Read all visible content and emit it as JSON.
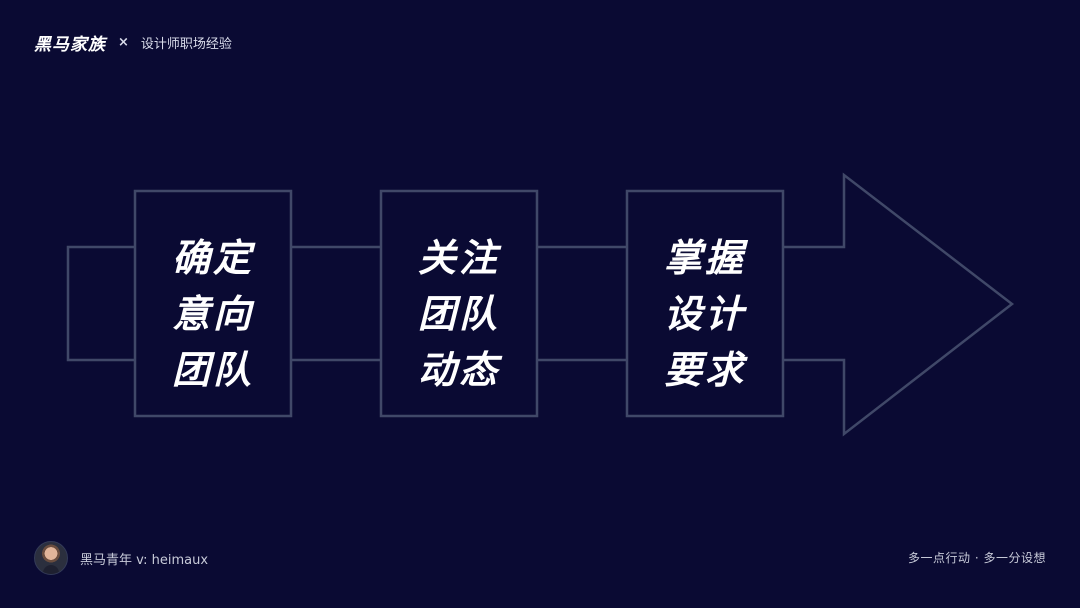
{
  "header": {
    "brand": "黑马家族",
    "separator": "×",
    "title": "设计师职场经验"
  },
  "boxes": [
    {
      "lines": [
        "确定",
        "意向",
        "团队"
      ]
    },
    {
      "lines": [
        "关注",
        "团队",
        "动态"
      ]
    },
    {
      "lines": [
        "掌握",
        "设计",
        "要求"
      ]
    }
  ],
  "footer": {
    "author": "黑马青年 v: heimaux",
    "slogan": "多一点行动 · 多一分设想"
  },
  "colors": {
    "background": "#0a0a33",
    "outline": "#404868",
    "text": "#ffffff",
    "muted": "#c7cad8"
  },
  "icons": {
    "avatar": "avatar-icon",
    "arrow": "arrow-icon"
  }
}
